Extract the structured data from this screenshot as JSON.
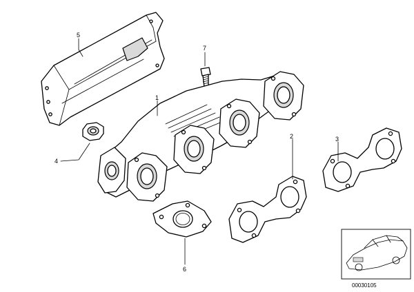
{
  "diagram": {
    "parts": [
      {
        "number": "1",
        "name": "exhaust-manifold"
      },
      {
        "number": "2",
        "name": "gasket"
      },
      {
        "number": "3",
        "name": "gasket"
      },
      {
        "number": "4",
        "name": "nut"
      },
      {
        "number": "5",
        "name": "heat-shield"
      },
      {
        "number": "6",
        "name": "gasket"
      },
      {
        "number": "7",
        "name": "stud-bolt"
      }
    ],
    "diagram_id": "00030105"
  },
  "colors": {
    "line": "#000000",
    "background": "#ffffff",
    "shade": "#d9d9d9"
  }
}
